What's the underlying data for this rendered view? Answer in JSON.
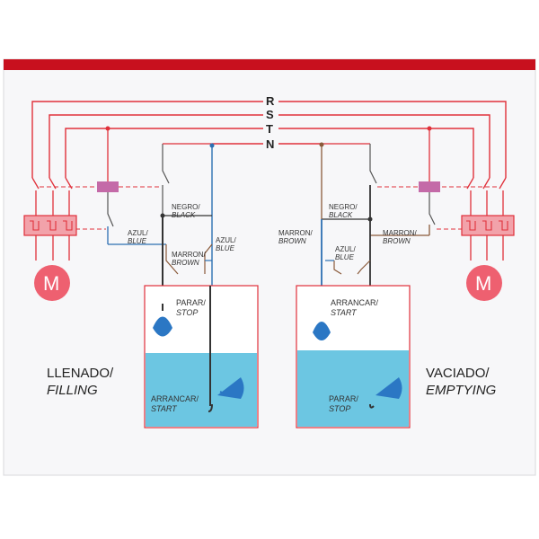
{
  "colors": {
    "header_bar": "#c8101e",
    "frame_bg": "#f7f7f9",
    "line_red": "#e0303a",
    "line_blue": "#2c6fb2",
    "line_brown": "#8a5a3a",
    "water": "#6cc6e2",
    "float": "#2b77c4",
    "motor": "#ee6070"
  },
  "bus": {
    "r": "R",
    "s": "S",
    "t": "T",
    "n": "N"
  },
  "left": {
    "negro": "NEGRO/",
    "black": "BLACK",
    "azul1": "AZUL/",
    "blue1": "BLUE",
    "azul2": "AZUL/",
    "blue2": "BLUE",
    "marron": "MARRON/",
    "brown": "BROWN",
    "tank_top_es": "PARAR/",
    "tank_top_en": "STOP",
    "tank_bottom_es": "ARRANCAR/",
    "tank_bottom_en": "START",
    "title_es": "LLENADO/",
    "title_en": "FILLING",
    "motor": "M"
  },
  "right": {
    "negro": "NEGRO/",
    "black": "BLACK",
    "marron1": "MARRON/",
    "brown1": "BROWN",
    "azul": "AZUL/",
    "blue": "BLUE",
    "marron2": "MARRON/",
    "brown2": "BROWN",
    "tank_top_es": "ARRANCAR/",
    "tank_top_en": "START",
    "tank_bottom_es": "PARAR/",
    "tank_bottom_en": "STOP",
    "title_es": "VACIADO/",
    "title_en": "EMPTYING",
    "motor": "M"
  }
}
